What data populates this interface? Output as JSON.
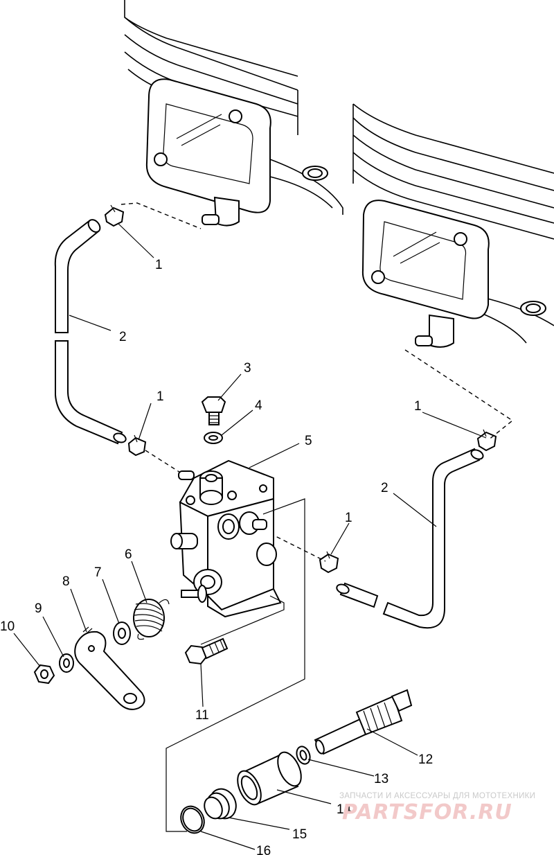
{
  "callouts": {
    "c1a": "1",
    "c1b": "1",
    "c1c": "1",
    "c1d": "1",
    "c2a": "2",
    "c2b": "2",
    "c3": "3",
    "c4": "4",
    "c5": "5",
    "c6": "6",
    "c7": "7",
    "c8": "8",
    "c9": "9",
    "c10": "10",
    "c11": "11",
    "c12": "12",
    "c13": "13",
    "c14": "14",
    "c15": "15",
    "c16": "16"
  },
  "watermark": {
    "tagline": "ЗАПЧАСТИ И АКСЕССУАРЫ ДЛЯ МОТОТЕХНИКИ",
    "brand": "PARTSFOR.RU"
  }
}
